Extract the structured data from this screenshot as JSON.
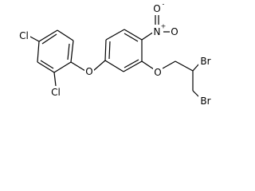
{
  "structure": {
    "atoms": {
      "cl_para": "Cl",
      "cl_ortho": "Cl",
      "o_ether": "O",
      "n_nitro": "N",
      "n_charge": "+",
      "o_nitro_top": "O",
      "o_charge": "-",
      "o_nitro_right": "O",
      "o_alkoxy": "O",
      "br_mid": "Br",
      "br_end": "Br"
    }
  }
}
